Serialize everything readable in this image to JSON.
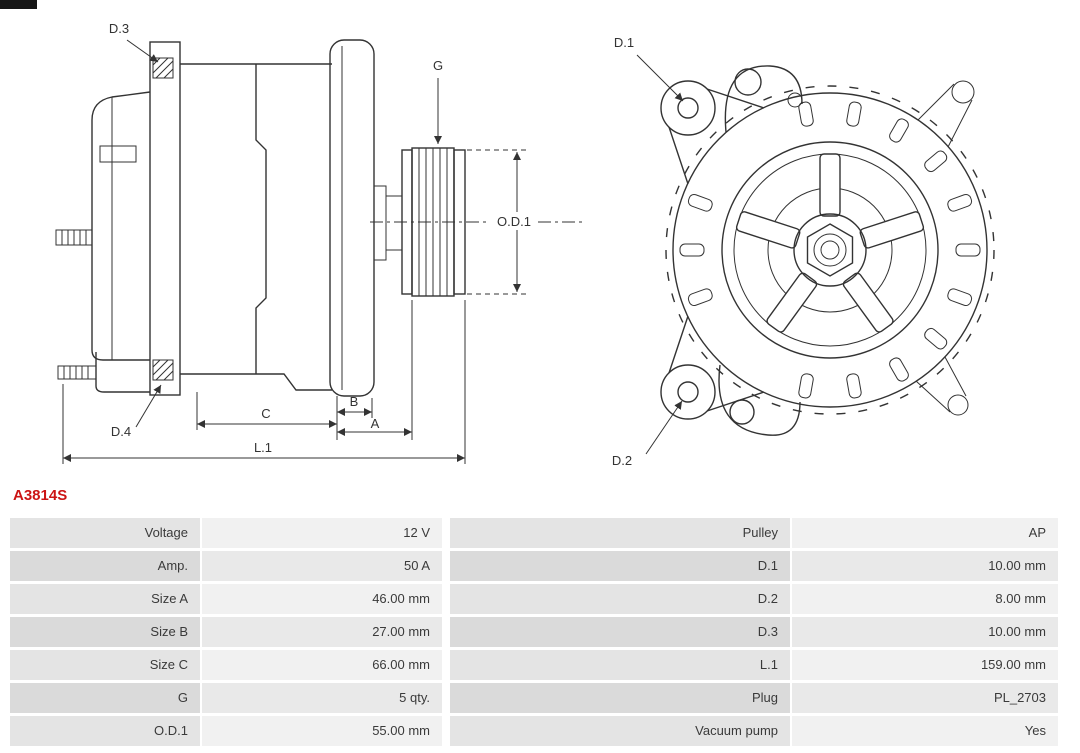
{
  "part_number": "A3814S",
  "colors": {
    "part_number_accent": "#cc1414",
    "table_label_bg": "#dadada",
    "table_value_bg": "#f1f1f1",
    "line_color": "#333333"
  },
  "diagram": {
    "labels": {
      "d1": "D.1",
      "d2": "D.2",
      "d3": "D.3",
      "d4": "D.4",
      "g": "G",
      "od1": "O.D.1",
      "a": "A",
      "b": "B",
      "c": "C",
      "l1": "L.1"
    }
  },
  "specs": {
    "rows": [
      {
        "left_label": "Voltage",
        "left_value": "12 V",
        "right_label": "Pulley",
        "right_value": "AP"
      },
      {
        "left_label": "Amp.",
        "left_value": "50 A",
        "right_label": "D.1",
        "right_value": "10.00 mm"
      },
      {
        "left_label": "Size A",
        "left_value": "46.00 mm",
        "right_label": "D.2",
        "right_value": "8.00 mm"
      },
      {
        "left_label": "Size B",
        "left_value": "27.00 mm",
        "right_label": "D.3",
        "right_value": "10.00 mm"
      },
      {
        "left_label": "Size C",
        "left_value": "66.00 mm",
        "right_label": "L.1",
        "right_value": "159.00 mm"
      },
      {
        "left_label": "G",
        "left_value": "5 qty.",
        "right_label": "Plug",
        "right_value": "PL_2703"
      },
      {
        "left_label": "O.D.1",
        "left_value": "55.00 mm",
        "right_label": "Vacuum pump",
        "right_value": "Yes"
      }
    ]
  }
}
